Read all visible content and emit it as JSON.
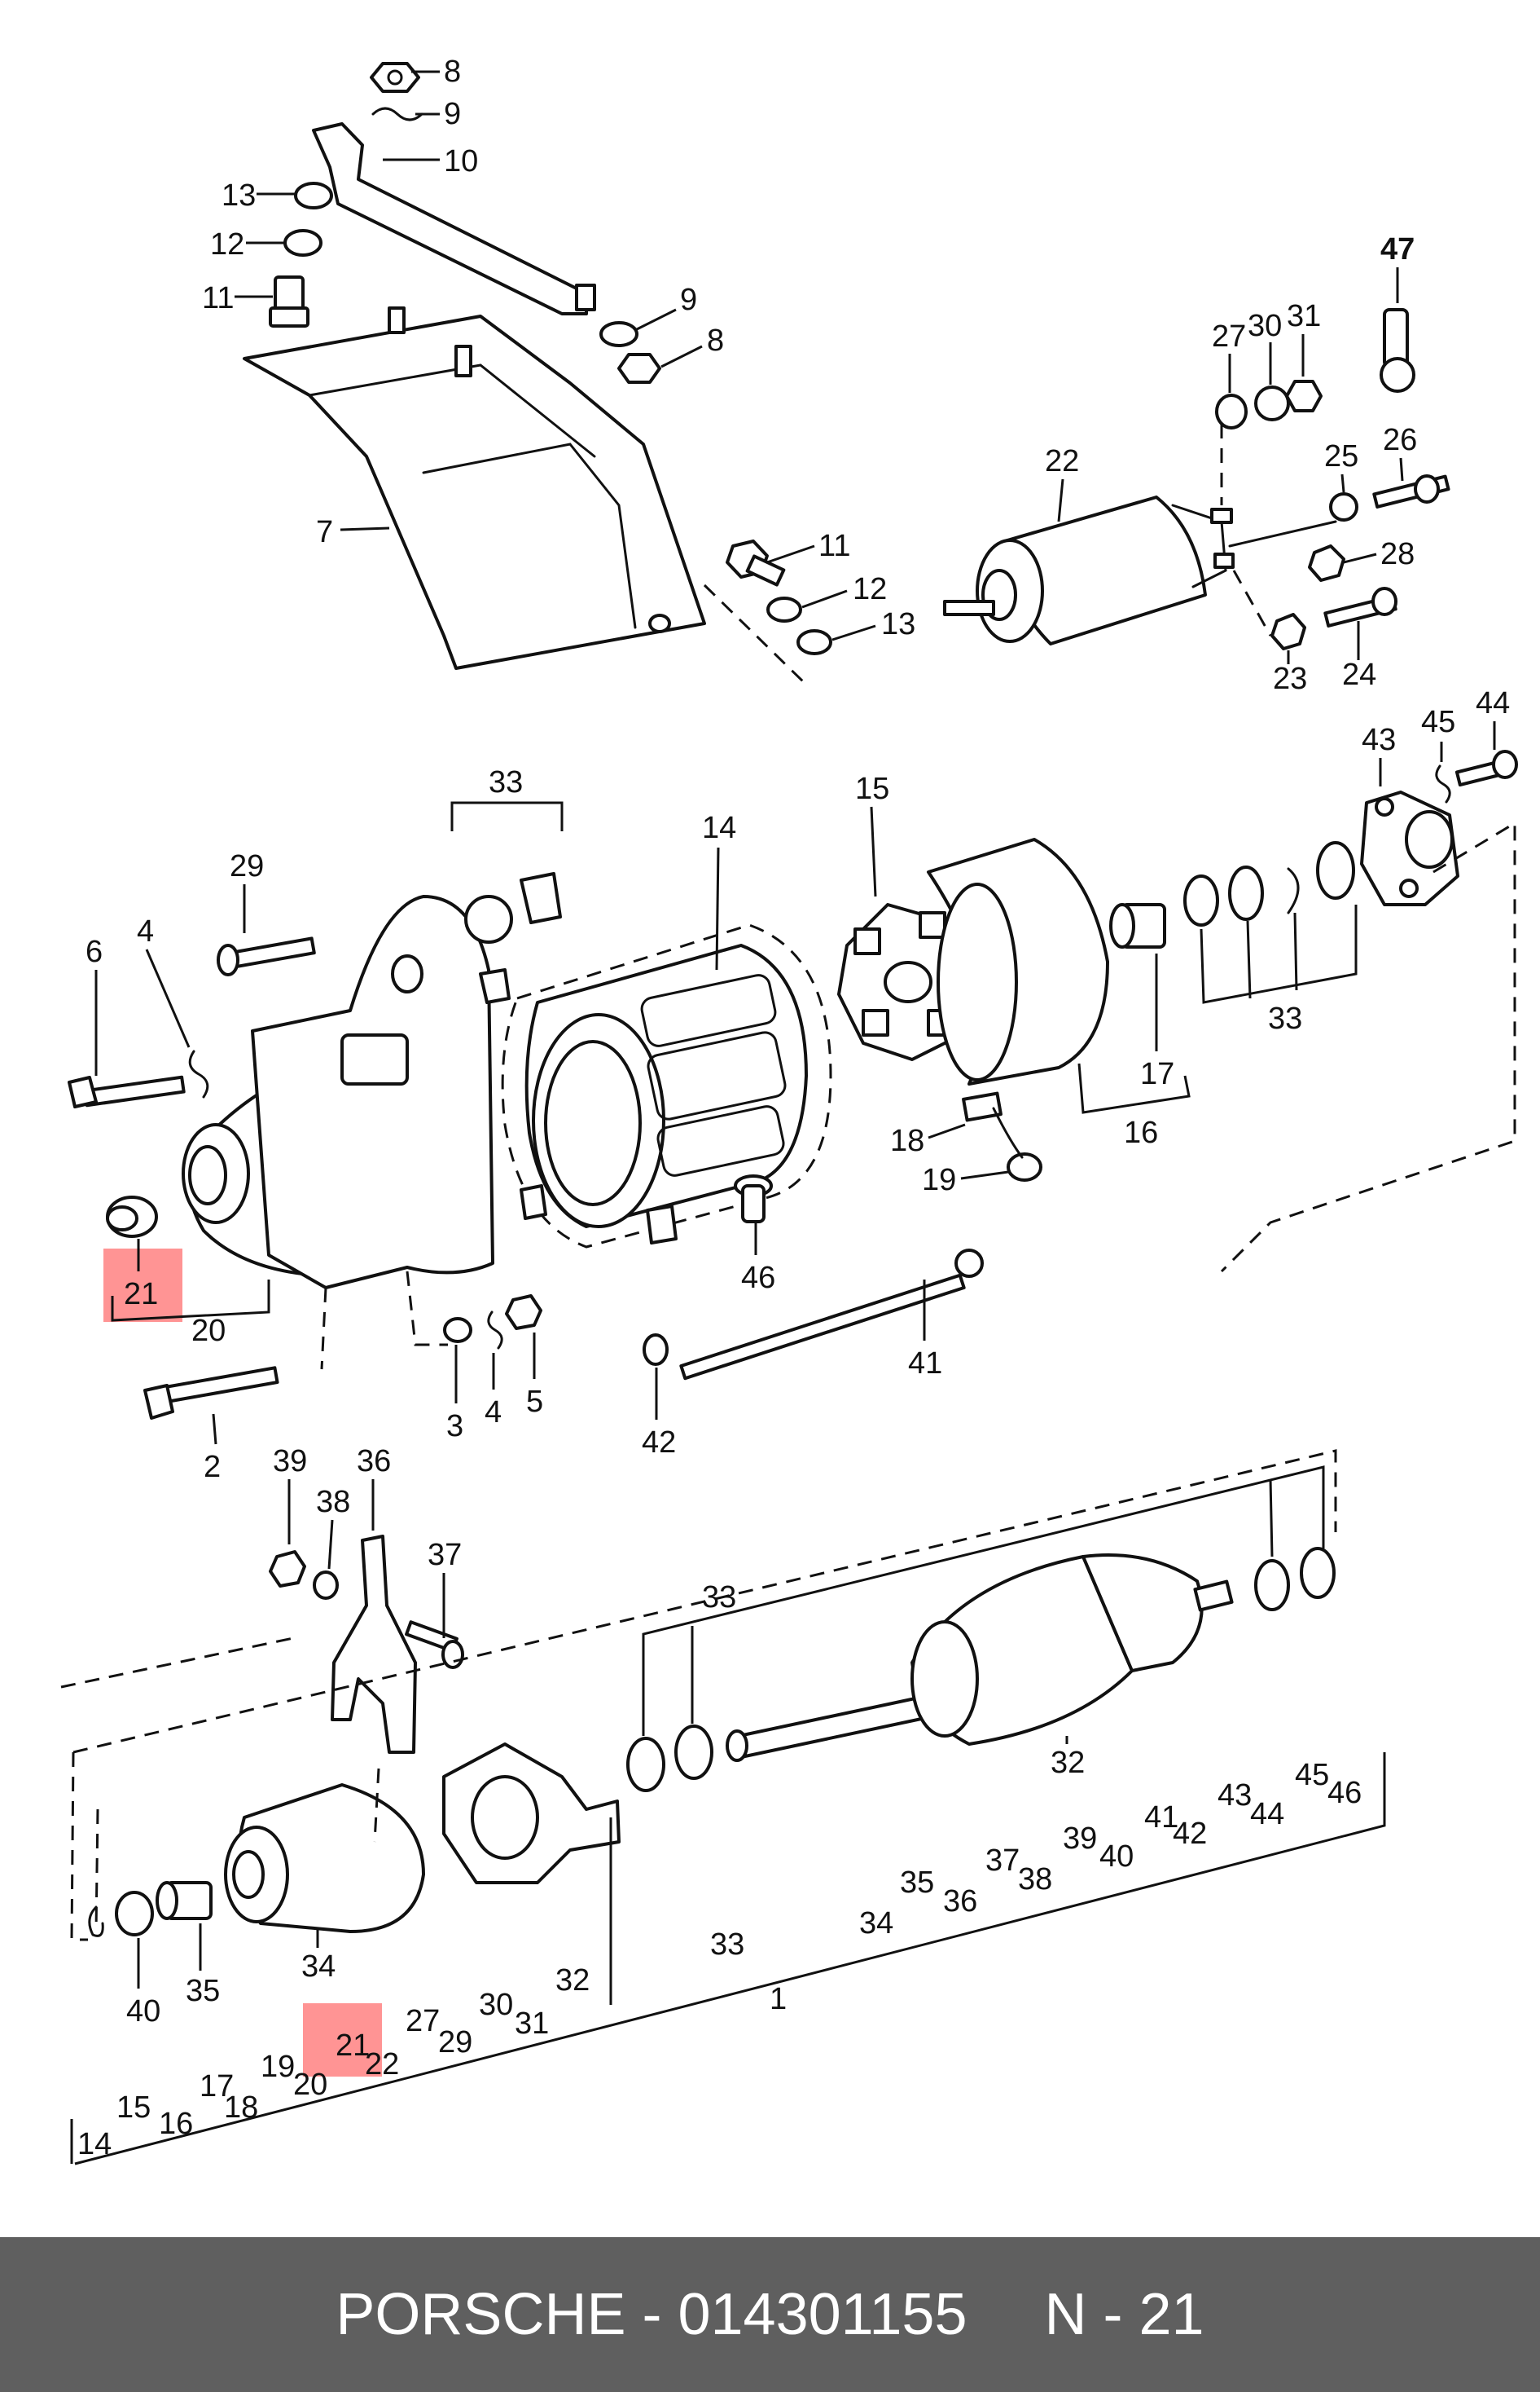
{
  "footer": {
    "brand": "PORSCHE",
    "separator": " - ",
    "part_number": "014301155",
    "position_prefix": "N - ",
    "position_number": "21"
  },
  "highlight": {
    "color": "#ff4d4d",
    "item": "21"
  },
  "callouts": [
    "1",
    "2",
    "3",
    "4",
    "5",
    "6",
    "7",
    "8",
    "9",
    "10",
    "11",
    "12",
    "13",
    "14",
    "15",
    "16",
    "17",
    "18",
    "19",
    "20",
    "21",
    "22",
    "23",
    "24",
    "25",
    "26",
    "27",
    "28",
    "29",
    "30",
    "31",
    "32",
    "33",
    "34",
    "35",
    "36",
    "37",
    "38",
    "39",
    "40",
    "41",
    "42",
    "43",
    "44",
    "45",
    "46",
    "47"
  ],
  "index_list": [
    "14",
    "15",
    "16",
    "17",
    "18",
    "19",
    "20",
    "21",
    "22",
    "27",
    "29",
    "30",
    "31",
    "32",
    "33",
    "34",
    "35",
    "36",
    "37",
    "38",
    "39",
    "40",
    "41",
    "42",
    "43",
    "44",
    "45",
    "46"
  ]
}
